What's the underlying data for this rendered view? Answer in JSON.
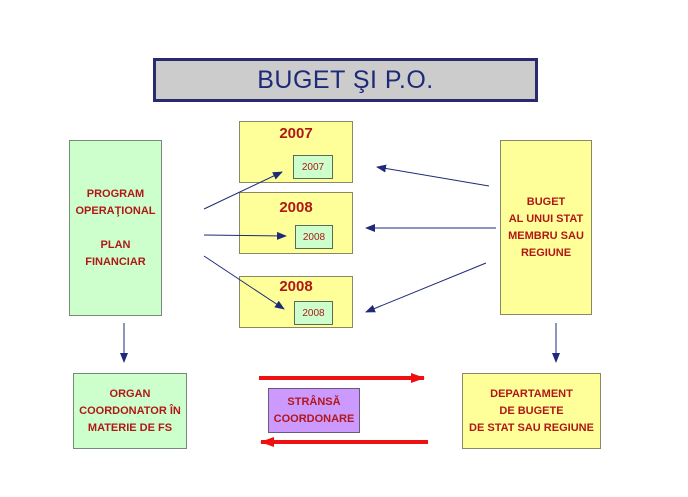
{
  "title": "BUGET ŞI P.O.",
  "program_box": {
    "lines": [
      "PROGRAM",
      "OPERAŢIONAL",
      "",
      "PLAN",
      "FINANCIAR"
    ]
  },
  "year_boxes": [
    {
      "year": "2007",
      "inner": "2007"
    },
    {
      "year": "2008",
      "inner": "2008"
    },
    {
      "year": "2008",
      "inner": "2008"
    }
  ],
  "buget_box": {
    "lines": [
      "BUGET",
      "AL UNUI STAT",
      "MEMBRU SAU",
      "REGIUNE"
    ]
  },
  "organ_box": {
    "lines": [
      "ORGAN",
      "COORDONATOR ÎN",
      "MATERIE DE FS"
    ]
  },
  "coordonare_box": {
    "lines": [
      "STRÂNSĂ",
      "COORDONARE"
    ]
  },
  "departament_box": {
    "lines": [
      "DEPARTAMENT",
      "DE BUGETE",
      "DE STAT SAU REGIUNE"
    ]
  },
  "colors": {
    "navy": "#1e2a78",
    "text_red": "#b01818",
    "green_fill": "#ccffcc",
    "yellow_fill": "#ffff99",
    "purple_fill": "#cc99ff",
    "title_fill": "#cccccc",
    "arrow_red": "#ee1111"
  }
}
